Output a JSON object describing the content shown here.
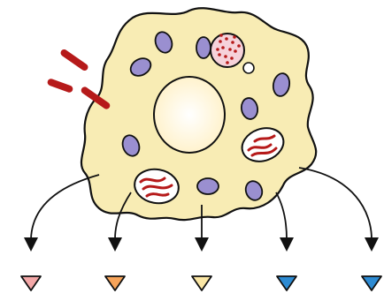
{
  "colors": {
    "cytoplasm": "#F8ECB4",
    "outline": "#111111",
    "vesicle": "#9A8FD0",
    "nucleus_fill": "#FFF7DA",
    "red": "#B61A1A",
    "lysosome_fill": "#F6D2DA",
    "arrow": "#111111",
    "background": "#FFFFFF"
  },
  "outputs": [
    {
      "id": "pink",
      "color": "#F4A8A8"
    },
    {
      "id": "orange",
      "color": "#F7A45A"
    },
    {
      "id": "yellow",
      "color": "#FBE7A5"
    },
    {
      "id": "blue",
      "color": "#2D8BD3"
    },
    {
      "id": "blue",
      "color": "#2D8BD3"
    }
  ]
}
